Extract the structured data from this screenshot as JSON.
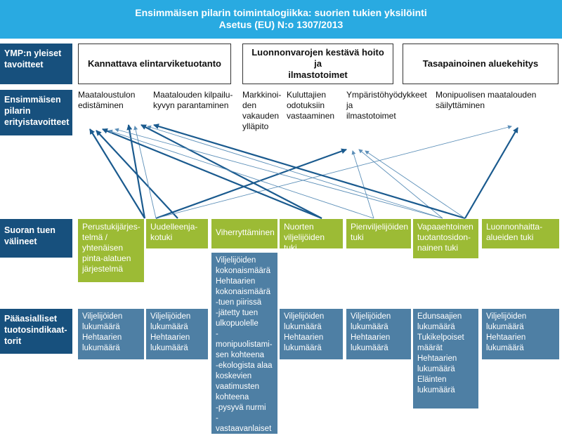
{
  "header": {
    "title_line1": "Ensimmäisen pilarin toimintalogiikka: suorien tukien yksilöinti",
    "title_line2": "Asetus (EU) N:o 1307/2013"
  },
  "rows": {
    "general_goals": "YMP:n yleiset\ntavoitteet",
    "specific_objectives": "Ensimmäisen\npilarin\nerityistavoitteet",
    "instruments": "Suoran tuen\nvälineet",
    "indicators": "Pääasialliset\ntuotosindikaat-\ntorit"
  },
  "general_goals": [
    "Kannattava elintarviketuotanto",
    "Luonnonvarojen kestävä hoito ja\nilmastotoimet",
    "Tasapainoinen aluekehitys"
  ],
  "specific_objectives": [
    "Maataloustulon\nedistäminen",
    "Maatalouden kilpailu-\nkyvyn parantaminen",
    "Markkinoi-\nden\nvakauden\nylläpito",
    "Kuluttajien\nodotuksiin\nvastaaminen",
    "Ympäristöhyödykkeet ja\nilmastotoimet",
    "Monipuolisen maatalouden\nsäilyttäminen"
  ],
  "instruments": [
    "Perustukijärjes-\ntelmä /\nyhtenäisen\npinta-alatuen\njärjestelmä",
    "Uudelleenja-\nkotuki",
    "Viherryttäminen",
    "Nuorten\nviljelijöiden tuki",
    "Pienviljelijöiden\ntuki",
    "Vapaaehtoinen\ntuotantosidon-\nnainen tuki",
    "Luonnonhaitta-\nalueiden tuki"
  ],
  "indicators": [
    "Viljelijöiden\nlukumäärä\nHehtaarien\nlukumäärä",
    "Viljelijöiden\nlukumäärä\nHehtaarien\nlukumäärä",
    "Viljelijöiden\nkokonaismäärä\nHehtaarien\nkokonaismäärä\n-tuen piirissä\n-jätetty tuen\nulkopuolelle\n-monipuolistami-\nsen kohteena\n-ekologista alaa\nkoskevien\nvaatimusten\nkohteena\n-pysyvä nurmi\n-vastaavanlaiset\ntoimenpiteet",
    "Viljelijöiden\nlukumäärä\nHehtaarien\nlukumäärä",
    "Viljelijöiden\nlukumäärä\nHehtaarien\nlukumäärä",
    "Edunsaajien\nlukumäärä\nTukikelpoiset\nmäärät\nHehtaarien\nlukumäärä\nEläinten\nlukumäärä",
    "Viljelijöiden\nlukumäärä\nHehtaarien\nlukumäärä"
  ],
  "links": [
    {
      "from": 0,
      "to": 0,
      "weight": "thick"
    },
    {
      "from": 0,
      "to": 1,
      "weight": "thick"
    },
    {
      "from": 1,
      "to": 0,
      "weight": "thick"
    },
    {
      "from": 2,
      "to": 4,
      "weight": "thick"
    },
    {
      "from": 2,
      "to": 5,
      "weight": "thin"
    },
    {
      "from": 2,
      "to": 1,
      "weight": "thin"
    },
    {
      "from": 3,
      "to": 0,
      "weight": "thick"
    },
    {
      "from": 3,
      "to": 1,
      "weight": "thick"
    },
    {
      "from": 4,
      "to": 0,
      "weight": "thin"
    },
    {
      "from": 4,
      "to": 4,
      "weight": "thin"
    },
    {
      "from": 5,
      "to": 0,
      "weight": "thin"
    },
    {
      "from": 5,
      "to": 1,
      "weight": "thin"
    },
    {
      "from": 5,
      "to": 4,
      "weight": "thin"
    },
    {
      "from": 6,
      "to": 1,
      "weight": "thick"
    },
    {
      "from": 6,
      "to": 4,
      "weight": "thin"
    },
    {
      "from": 6,
      "to": 5,
      "weight": "thick"
    }
  ],
  "colors": {
    "header": "#29aae1",
    "row_label": "#17507d",
    "instrument": "#9cbb35",
    "indicator": "#4e7fa4",
    "arrow": "#1a5a8e",
    "arrow_thin": "#5c8fb8"
  }
}
